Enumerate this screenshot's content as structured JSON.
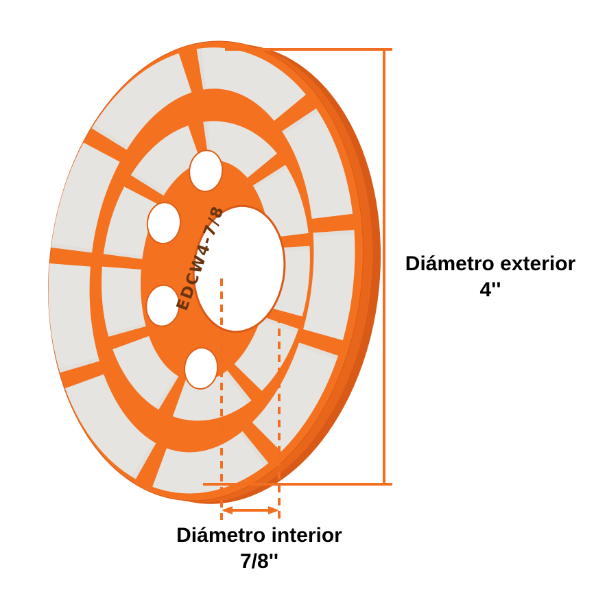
{
  "wheel": {
    "engraving": "EDCW4-7/8"
  },
  "dimensions": {
    "outer": {
      "label": "Diámetro exterior",
      "value": "4''"
    },
    "inner": {
      "label": "Diámetro interior",
      "value": "7/8''"
    }
  },
  "colors": {
    "wheel_orange": "#F4711F",
    "wheel_orange_dark": "#DD5E16",
    "segment_gray": "#E6E4E1",
    "dimension_orange": "#F26F21",
    "label_text": "#000000"
  }
}
